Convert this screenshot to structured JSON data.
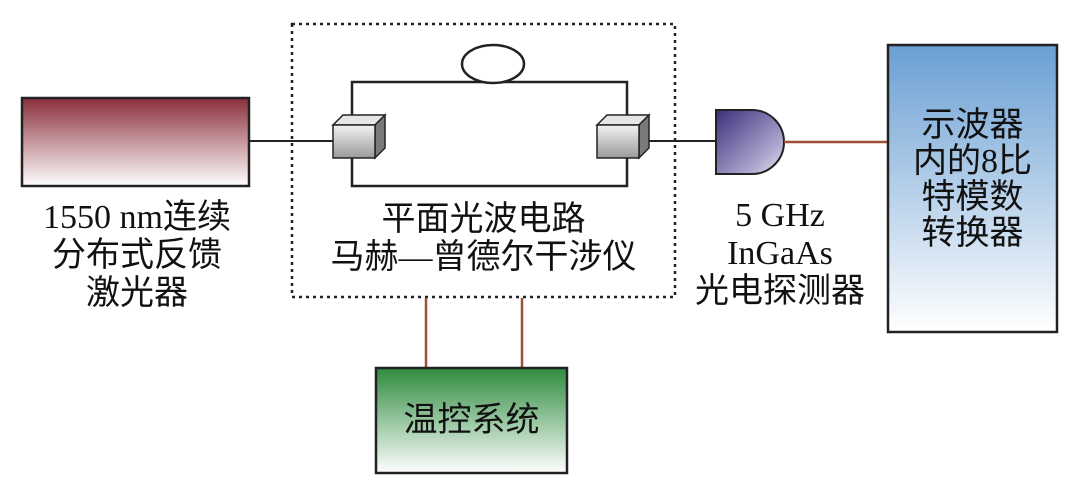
{
  "laser": {
    "lines": [
      "1550 nm连续",
      "分布式反馈",
      "激光器"
    ],
    "gradient_top": "#8b2f3c",
    "gradient_bottom": "#ffffff"
  },
  "interferometer": {
    "lines": [
      "平面光波电路",
      "马赫—曾德尔干涉仪"
    ]
  },
  "detector": {
    "lines": [
      "5 GHz",
      "InGaAs",
      "光电探测器"
    ],
    "color_dark": "#3a2f7a",
    "color_light": "#e8e6f2"
  },
  "oscilloscope": {
    "lines": [
      "示波器",
      "内的8比",
      "特模数",
      "转换器"
    ],
    "gradient_top": "#6a9fd3",
    "gradient_bottom": "#ffffff"
  },
  "temp_control": {
    "label": "温控系统",
    "gradient_top": "#2e8b3e",
    "gradient_bottom": "#ffffff"
  },
  "colors": {
    "electrical_wire": "#a0503a",
    "optical_wire": "#222222"
  }
}
